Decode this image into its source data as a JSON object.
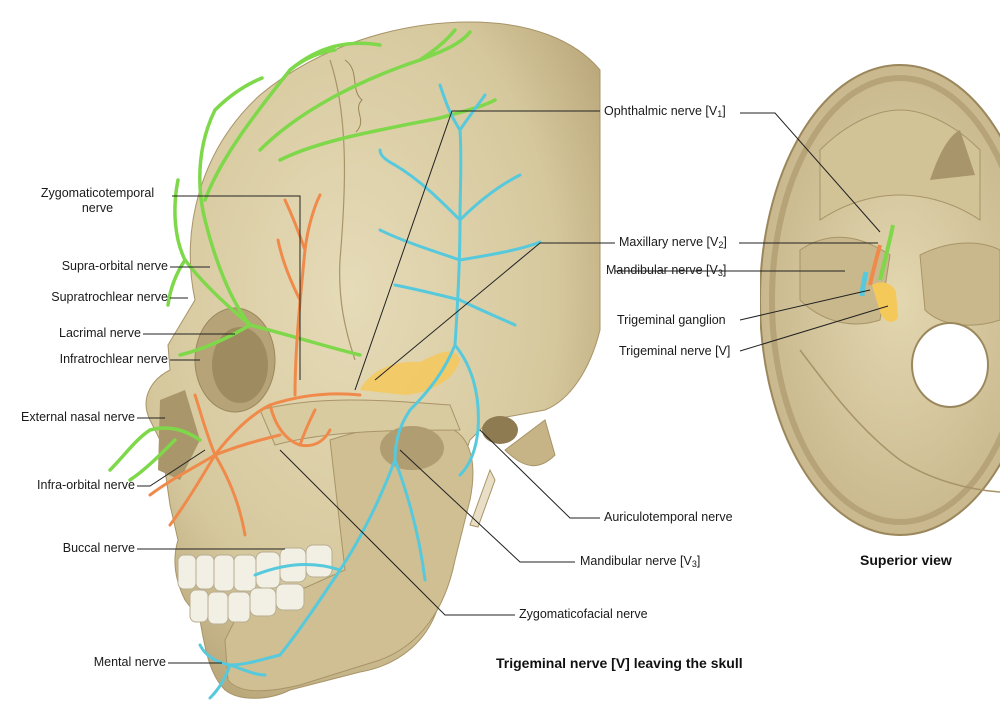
{
  "left_labels": [
    {
      "id": "zygomaticotemporal",
      "text": "Zygomaticotemporal",
      "text2": "nerve"
    },
    {
      "id": "supraorbital",
      "text": "Supra-orbital nerve"
    },
    {
      "id": "supratrochlear",
      "text": "Supratrochlear nerve"
    },
    {
      "id": "lacrimal",
      "text": "Lacrimal nerve"
    },
    {
      "id": "infratrochlear",
      "text": "Infratrochlear nerve"
    },
    {
      "id": "external-nasal",
      "text": "External nasal nerve"
    },
    {
      "id": "infraorbital",
      "text": "Infra-orbital nerve"
    },
    {
      "id": "buccal",
      "text": "Buccal nerve"
    },
    {
      "id": "mental",
      "text": "Mental nerve"
    }
  ],
  "right_labels": [
    {
      "id": "ophthalmic",
      "text": "Ophthalmic nerve [V",
      "sub": "1",
      "suffix": "]"
    },
    {
      "id": "maxillary",
      "text": "Maxillary nerve [V",
      "sub": "2",
      "suffix": "]"
    },
    {
      "id": "mandibular-sup",
      "text": "Mandibular nerve [V",
      "sub": "3",
      "suffix": "]"
    },
    {
      "id": "trigeminal-ganglion",
      "text": "Trigeminal ganglion"
    },
    {
      "id": "trigeminal-nerve",
      "text": "Trigeminal nerve [V]"
    },
    {
      "id": "auriculotemporal",
      "text": "Auriculotemporal nerve"
    },
    {
      "id": "mandibular-lat",
      "text": "Mandibular nerve [V",
      "sub": "3",
      "suffix": "]"
    },
    {
      "id": "zygomaticofacial",
      "text": "Zygomaticofacial nerve"
    }
  ],
  "captions": {
    "main": "Trigeminal nerve [V] leaving the skull",
    "inset": "Superior view"
  },
  "colors": {
    "bone": "#dccfa8",
    "bone_shade": "#b7a57a",
    "ophthalmic_nerve": "#7ed84a",
    "maxillary_nerve": "#f08a4b",
    "mandibular_nerve": "#57c9dc",
    "ganglion": "#f5c85a"
  }
}
